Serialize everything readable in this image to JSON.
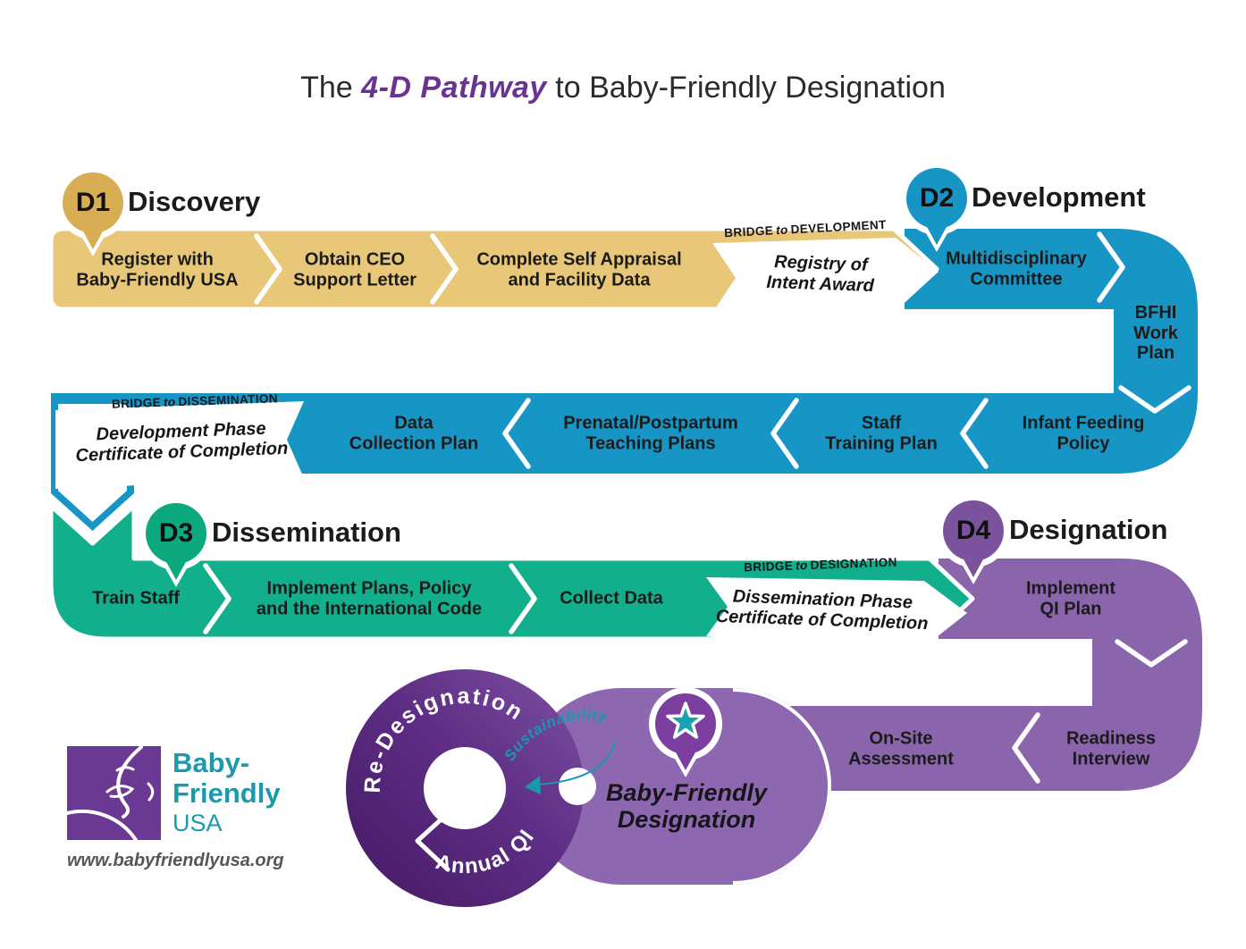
{
  "title": {
    "lead": "The ",
    "emph": "4-D Pathway",
    "rest": " to Baby-Friendly Designation"
  },
  "colors": {
    "gold": "#e8c878",
    "gold_badge": "#d8ae54",
    "blue": "#1795c5",
    "teal": "#12af8c",
    "teal_badge": "#0ca87e",
    "purple": "#8a65ab",
    "purple_badge": "#7a529e",
    "purple_dark": "#4a1e6b",
    "star_circle": "#7c3fa0",
    "accent_teal": "#18a3b4",
    "logo_purple": "#6b3894",
    "logo_teal": "#1b9aac"
  },
  "phases": {
    "discovery": {
      "badge": "D1",
      "title": "Discovery",
      "steps": {
        "s1": "Register with\nBaby-Friendly USA",
        "s2": "Obtain CEO\nSupport Letter",
        "s3": "Complete Self Appraisal\nand Facility Data"
      }
    },
    "development": {
      "badge": "D2",
      "title": "Development",
      "steps": {
        "s1": "Multidisciplinary\nCommittee",
        "s2": "BFHI\nWork\nPlan",
        "s3": "Infant Feeding\nPolicy",
        "s4": "Staff\nTraining Plan",
        "s5": "Prenatal/Postpartum\nTeaching Plans",
        "s6": "Data\nCollection Plan"
      }
    },
    "dissemination": {
      "badge": "D3",
      "title": "Dissemination",
      "steps": {
        "s1": "Train Staff",
        "s2": "Implement Plans, Policy\nand the International Code",
        "s3": "Collect Data"
      }
    },
    "designation": {
      "badge": "D4",
      "title": "Designation",
      "steps": {
        "s1": "Implement\nQI Plan",
        "s2": "Readiness\nInterview",
        "s3": "On-Site\nAssessment"
      }
    }
  },
  "bridges": {
    "development": {
      "word1": "BRIDGE",
      "word2": "to",
      "word3": "DEVELOPMENT",
      "award": "Registry of\nIntent Award"
    },
    "dissemination": {
      "word1": "BRIDGE",
      "word2": "to",
      "word3": "DISSEMINATION",
      "award": "Development Phase\nCertificate of Completion"
    },
    "designation": {
      "word1": "BRIDGE",
      "word2": "to",
      "word3": "DESIGNATION",
      "award": "Dissemination Phase\nCertificate of Completion"
    }
  },
  "cycle": {
    "redesignation": "Re-Designation",
    "annual_qi": "Annual QI",
    "sustainability": "Sustainability",
    "designation": "Baby-Friendly\nDesignation"
  },
  "footer": {
    "logo_line1": "Baby-",
    "logo_line2": "Friendly",
    "logo_line3": "USA",
    "url": "www.babyfriendlyusa.org"
  }
}
